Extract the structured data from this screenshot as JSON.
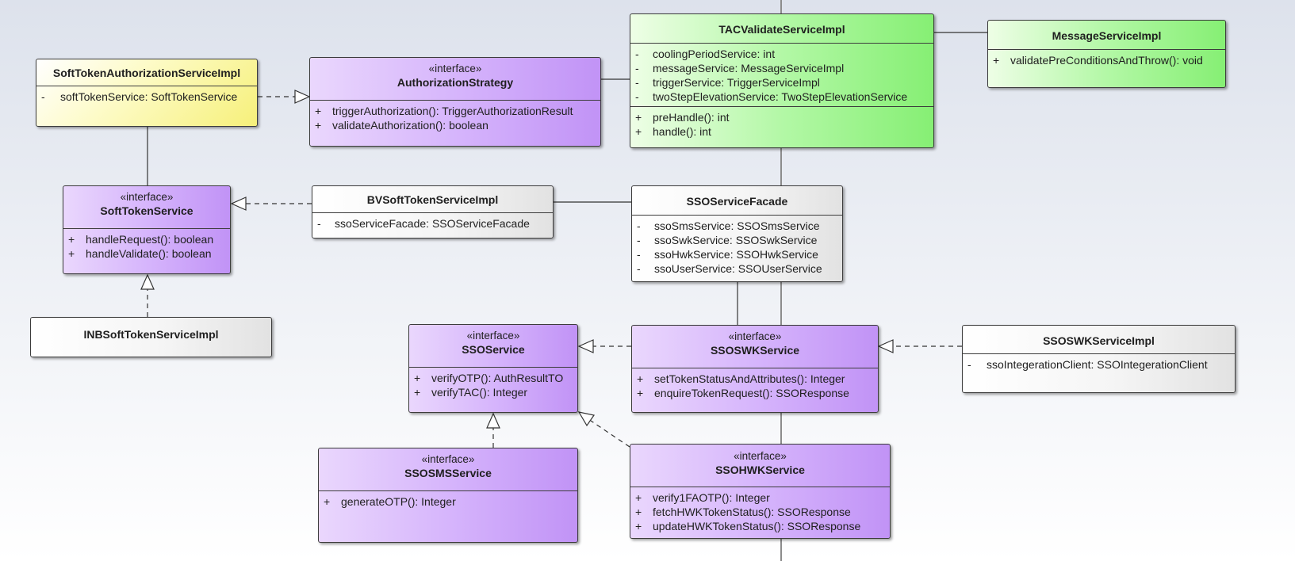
{
  "classes": {
    "soft_token_auth_impl": {
      "name": "SoftTokenAuthorizationServiceImpl",
      "attributes": [
        {
          "vis": "-",
          "text": "softTokenService: SoftTokenService"
        }
      ]
    },
    "authorization_strategy": {
      "stereotype": "«interface»",
      "name": "AuthorizationStrategy",
      "operations": [
        {
          "vis": "+",
          "text": "triggerAuthorization(): TriggerAuthorizationResult"
        },
        {
          "vis": "+",
          "text": "validateAuthorization(): boolean"
        }
      ]
    },
    "tac_validate_impl": {
      "name": "TACValidateServiceImpl",
      "attributes": [
        {
          "vis": "-",
          "text": "coolingPeriodService: int"
        },
        {
          "vis": "-",
          "text": "messageService: MessageServiceImpl"
        },
        {
          "vis": "-",
          "text": "triggerService: TriggerServiceImpl"
        },
        {
          "vis": "-",
          "text": "twoStepElevationService: TwoStepElevationService"
        }
      ],
      "operations": [
        {
          "vis": "+",
          "text": "preHandle(): int"
        },
        {
          "vis": "+",
          "text": "handle(): int"
        }
      ]
    },
    "message_service_impl": {
      "name": "MessageServiceImpl",
      "operations": [
        {
          "vis": "+",
          "text": "validatePreConditionsAndThrow(): void"
        }
      ]
    },
    "soft_token_service": {
      "stereotype": "«interface»",
      "name": "SoftTokenService",
      "operations": [
        {
          "vis": "+",
          "text": "handleRequest(): boolean"
        },
        {
          "vis": "+",
          "text": "handleValidate(): boolean"
        }
      ]
    },
    "bv_soft_token_impl": {
      "name": "BVSoftTokenServiceImpl",
      "attributes": [
        {
          "vis": "-",
          "text": "ssoServiceFacade: SSOServiceFacade"
        }
      ]
    },
    "sso_service_facade": {
      "name": "SSOServiceFacade",
      "attributes": [
        {
          "vis": "-",
          "text": "ssoSmsService: SSOSmsService"
        },
        {
          "vis": "-",
          "text": "ssoSwkService: SSOSwkService"
        },
        {
          "vis": "-",
          "text": "ssoHwkService: SSOHwkService"
        },
        {
          "vis": "-",
          "text": "ssoUserService: SSOUserService"
        }
      ]
    },
    "inb_soft_token_impl": {
      "name": "INBSoftTokenServiceImpl"
    },
    "sso_service": {
      "stereotype": "«interface»",
      "name": "SSOService",
      "operations": [
        {
          "vis": "+",
          "text": "verifyOTP(): AuthResultTO"
        },
        {
          "vis": "+",
          "text": "verifyTAC(): Integer"
        }
      ]
    },
    "ssoswk_service": {
      "stereotype": "«interface»",
      "name": "SSOSWKService",
      "operations": [
        {
          "vis": "+",
          "text": "setTokenStatusAndAttributes(): Integer"
        },
        {
          "vis": "+",
          "text": "enquireTokenRequest(): SSOResponse"
        }
      ]
    },
    "ssoswk_impl": {
      "name": "SSOSWKServiceImpl",
      "attributes": [
        {
          "vis": "-",
          "text": "ssoIntegerationClient: SSOIntegerationClient"
        }
      ]
    },
    "ssosms_service": {
      "stereotype": "«interface»",
      "name": "SSOSMSService",
      "operations": [
        {
          "vis": "+",
          "text": "generateOTP(): Integer"
        }
      ]
    },
    "ssohwk_service": {
      "stereotype": "«interface»",
      "name": "SSOHWKService",
      "operations": [
        {
          "vis": "+",
          "text": "verify1FAOTP(): Integer"
        },
        {
          "vis": "+",
          "text": "fetchHWKTokenStatus(): SSOResponse"
        },
        {
          "vis": "+",
          "text": "updateHWKTokenStatus(): SSOResponse"
        }
      ]
    }
  }
}
